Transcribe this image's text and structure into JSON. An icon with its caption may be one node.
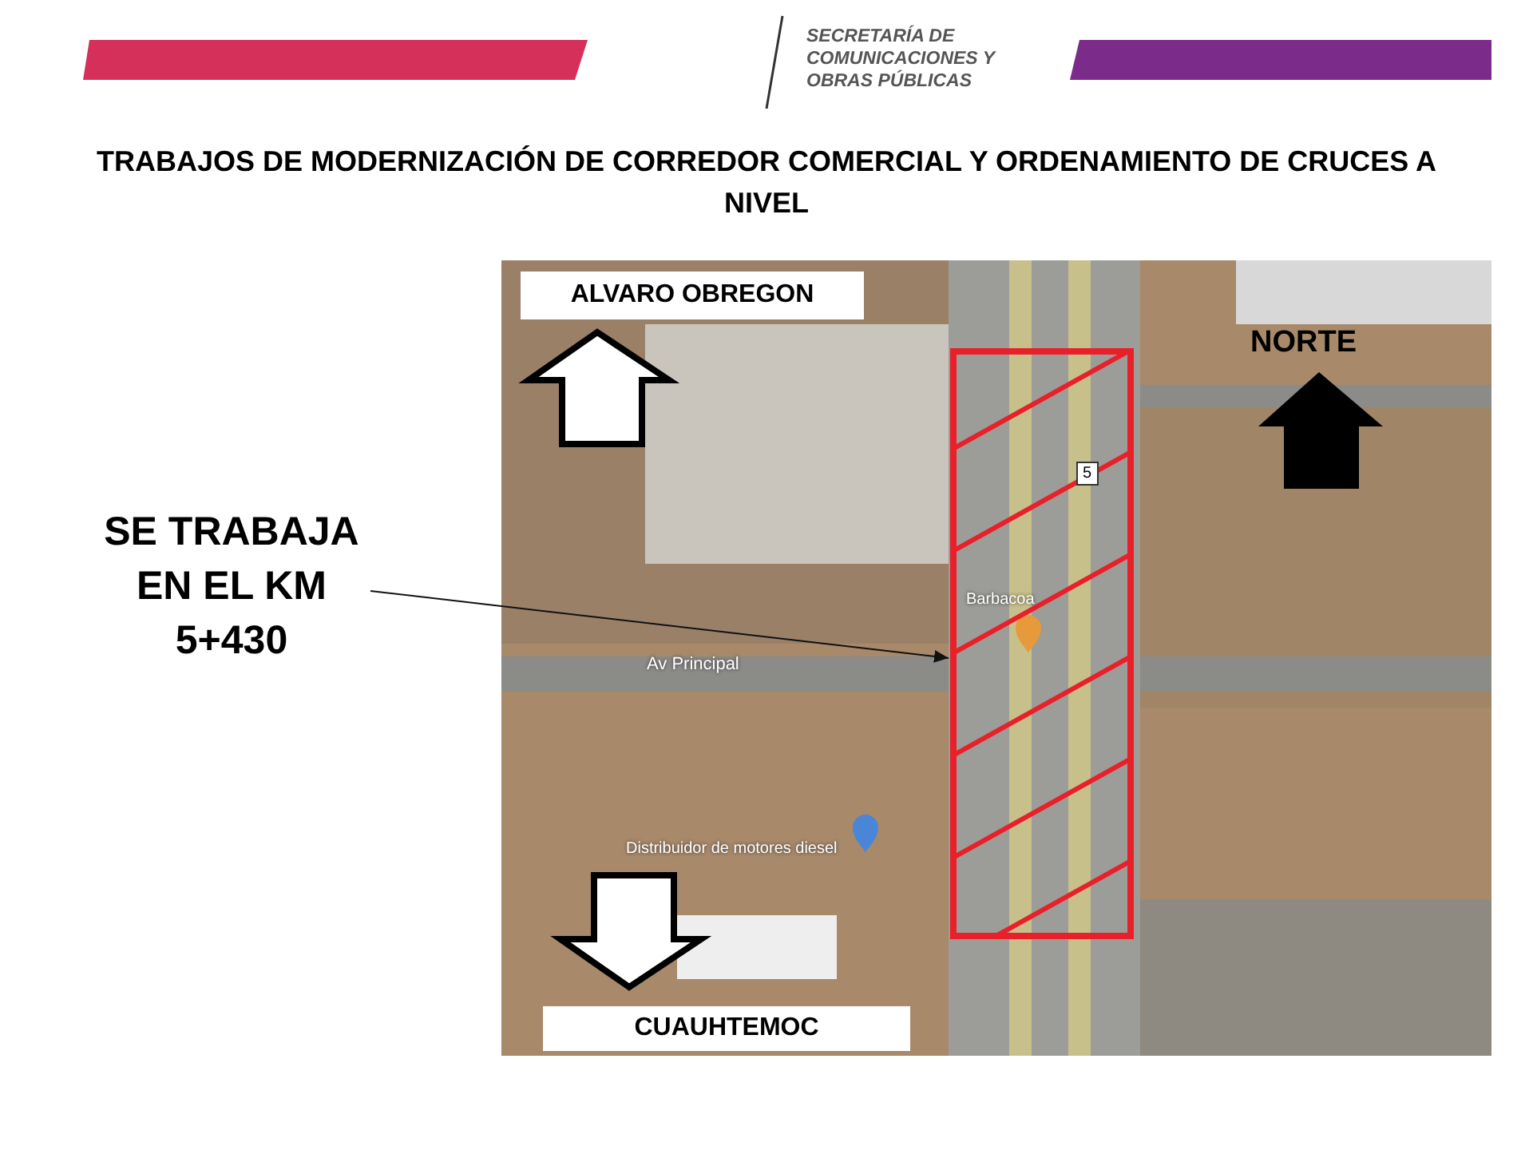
{
  "diagram": {
    "title": "TRABAJOS DE MODERNIZACIÓN DE CORREDOR COMERCIAL Y ORDENAMIENTO DE CRUCES A NIVEL",
    "nodes": [
      {
        "text": [
          "SE TRABAJA EN EL KM 5+430"
        ]
      },
      {
        "text": [],
        "shape": "box"
      }
    ],
    "edges": [
      {
        "from": 0,
        "to": 1,
        "arrow": "to"
      }
    ],
    "labels": [
      "SECRETARÍA DE COMUNICACIONES Y OBRAS PÚBLICAS",
      "ALVARO OBREGON",
      "NORTE",
      "5",
      "Barbacoa",
      "Av Principal",
      "Distribuidor de motores diesel",
      "CUAUHTEMOC"
    ]
  }
}
